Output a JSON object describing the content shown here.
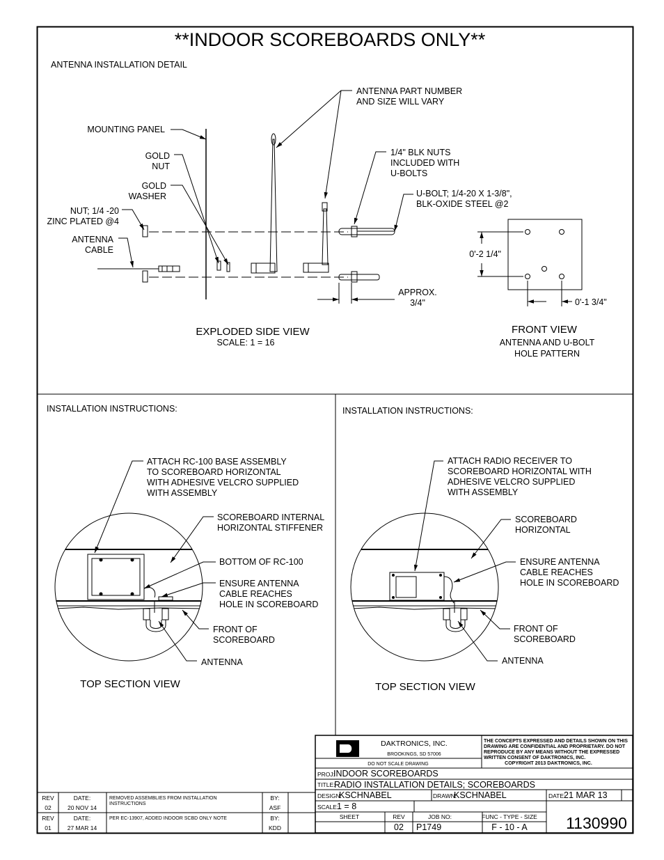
{
  "title": "**INDOOR SCOREBOARDS ONLY**",
  "top": {
    "section_title": "ANTENNA INSTALLATION DETAIL",
    "callouts": {
      "antenna_part_1": "ANTENNA PART NUMBER",
      "antenna_part_2": "AND SIZE WILL VARY",
      "mounting_panel": "MOUNTING PANEL",
      "gold_nut_1": "GOLD",
      "gold_nut_2": "NUT",
      "gold_washer_1": "GOLD",
      "gold_washer_2": "WASHER",
      "nut_zinc_1": "NUT; 1/4 -20",
      "nut_zinc_2": "ZINC PLATED @4",
      "antenna_cable_1": "ANTENNA",
      "antenna_cable_2": "CABLE",
      "blk_nuts_1": "1/4\" BLK NUTS",
      "blk_nuts_2": "INCLUDED WITH",
      "blk_nuts_3": "U-BOLTS",
      "ubolt_1": "U-BOLT; 1/4-20 X 1-3/8\",",
      "ubolt_2": "BLK-OXIDE STEEL @2",
      "approx_1": "APPROX.",
      "approx_2": "3/4\"",
      "dim_vertical": "0'-2 1/4\"",
      "dim_horizontal": "0'-1 3/4\""
    },
    "exploded_view_title": "EXPLODED SIDE VIEW",
    "exploded_view_scale": "SCALE: 1 = 16",
    "front_view_title": "FRONT VIEW",
    "front_view_sub_1": "ANTENNA AND U-BOLT",
    "front_view_sub_2": "HOLE PATTERN"
  },
  "left": {
    "header": "INSTALLATION INSTRUCTIONS:",
    "attach_1": "ATTACH RC-100 BASE ASSEMBLY",
    "attach_2": "TO SCOREBOARD HORIZONTAL",
    "attach_3": "WITH ADHESIVE VELCRO SUPPLIED",
    "attach_4": "WITH ASSEMBLY",
    "stiffener_1": "SCOREBOARD INTERNAL",
    "stiffener_2": "HORIZONTAL STIFFENER",
    "bottom": "BOTTOM OF RC-100",
    "ensure_1": "ENSURE ANTENNA",
    "ensure_2": "CABLE REACHES",
    "ensure_3": "HOLE IN SCOREBOARD",
    "front_1": "FRONT OF",
    "front_2": "SCOREBOARD",
    "antenna": "ANTENNA",
    "view_title": "TOP SECTION VIEW"
  },
  "right": {
    "header": "INSTALLATION INSTRUCTIONS:",
    "attach_1": "ATTACH RADIO RECEIVER TO",
    "attach_2": "SCOREBOARD HORIZONTAL WITH",
    "attach_3": "ADHESIVE VELCRO SUPPLIED",
    "attach_4": "WITH ASSEMBLY",
    "horizontal_1": "SCOREBOARD",
    "horizontal_2": "HORIZONTAL",
    "ensure_1": "ENSURE ANTENNA",
    "ensure_2": "CABLE REACHES",
    "ensure_3": "HOLE IN SCOREBOARD",
    "front_1": "FRONT OF",
    "front_2": "SCOREBOARD",
    "antenna": "ANTENNA",
    "view_title": "TOP SECTION VIEW"
  },
  "title_block": {
    "company": "DAKTRONICS, INC.",
    "city": "BROOKINGS, SD  57006",
    "no_scale": "DO NOT SCALE DRAWING",
    "confidential_1": "THE CONCEPTS EXPRESSED AND DETAILS SHOWN ON THIS",
    "confidential_2": "DRAWING ARE CONFIDENTIAL AND PROPRIETARY.   DO NOT",
    "confidential_3": "REPRODUCE BY ANY MEANS WITHOUT THE EXPRESSED",
    "confidential_4": "WRITTEN CONSENT OF DAKTRONICS, INC.",
    "confidential_5": "COPYRIGHT 2013 DAKTRONICS, INC.",
    "proj_label": "PROJ:",
    "proj": "INDOOR SCOREBOARDS",
    "title_label": "TITLE:",
    "title": "RADIO INSTALLATION DETAILS; SCOREBOARDS",
    "design_label": "DESIGN:",
    "design": "KSCHNABEL",
    "drawn_label": "DRAWN:",
    "drawn": "KSCHNABEL",
    "date_label": "DATE:",
    "date": "21 MAR 13",
    "scale_label": "SCALE:",
    "scale": "1 = 8",
    "sheet_label": "SHEET",
    "rev_label": "REV",
    "rev": "02",
    "job_label": "JOB NO:",
    "job": "P1749",
    "func_label": "FUNC - TYPE - SIZE",
    "func": "F - 10 - A",
    "drawing_number": "1130990"
  },
  "revisions": [
    {
      "rev_label": "REV",
      "rev": "02",
      "date_label": "DATE:",
      "date": "20 NOV 14",
      "desc_1": "REMOVED ASSEMBLIES FROM INSTALLATION",
      "desc_2": "INSTRUCTIONS",
      "by_label": "BY:",
      "by": "ASF"
    },
    {
      "rev_label": "REV",
      "rev": "01",
      "date_label": "DATE:",
      "date": "27 MAR 14",
      "desc_1": "PER EC-13907, ADDED INDOOR SCBD ONLY NOTE",
      "desc_2": "",
      "by_label": "BY:",
      "by": "KDD"
    }
  ]
}
